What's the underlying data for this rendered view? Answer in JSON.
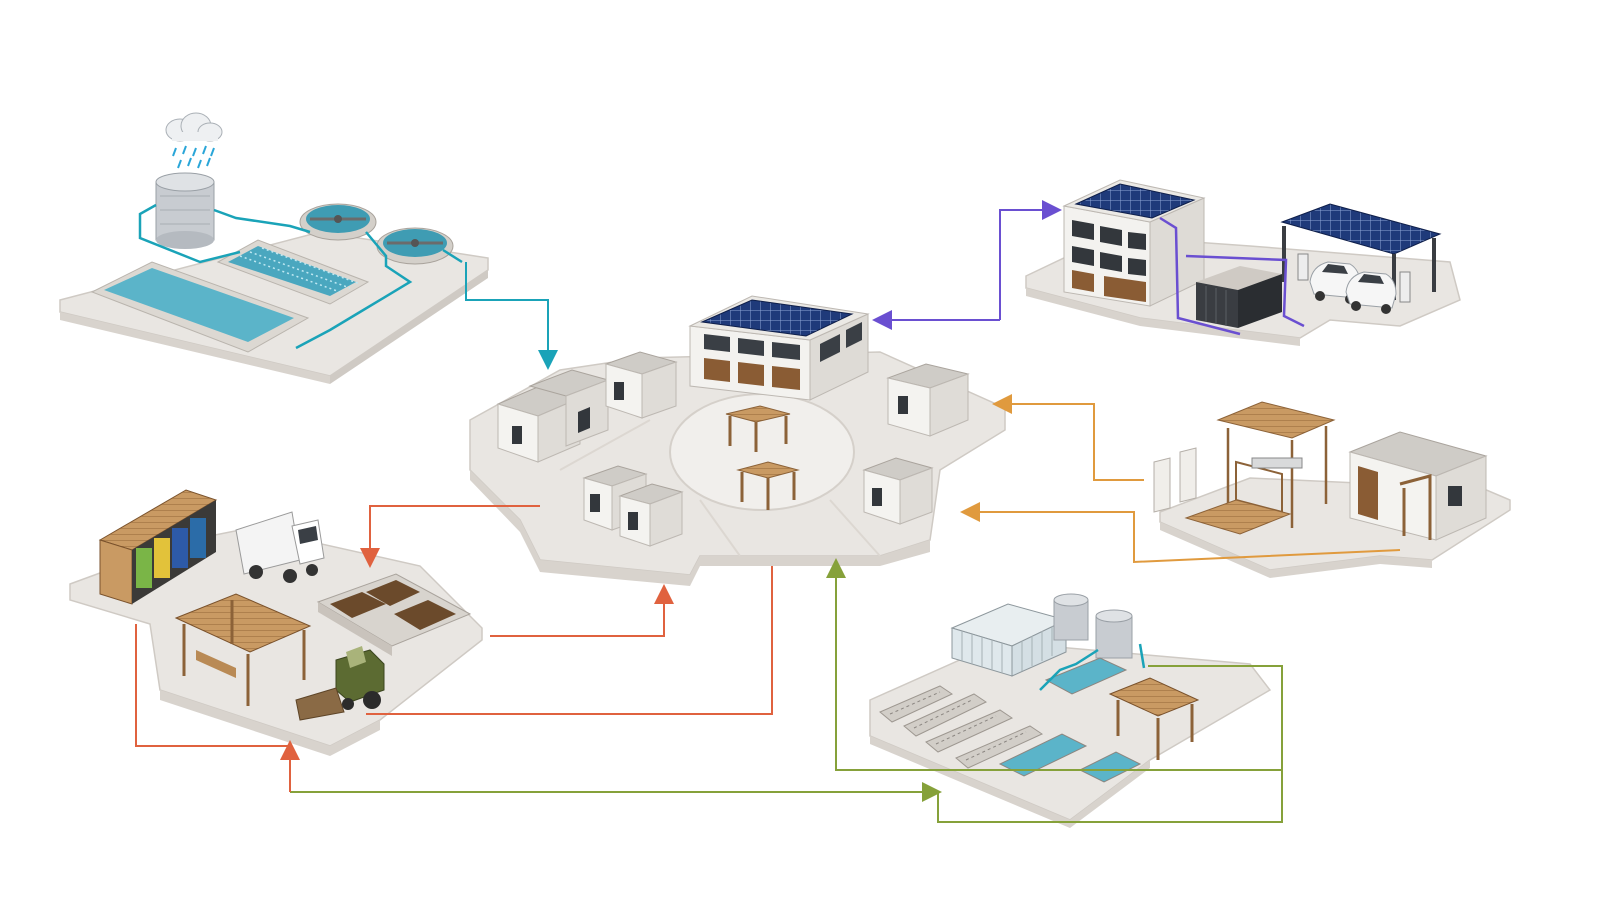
{
  "diagram": {
    "labels": [],
    "nodes": [
      {
        "id": "water-treatment",
        "icon": "rain-cloud-icon"
      },
      {
        "id": "community-hub",
        "icon": "solar-panel-icon"
      },
      {
        "id": "energy-station",
        "icon": "ev-charging-icon"
      },
      {
        "id": "modular-construction",
        "icon": "modular-frame-icon"
      },
      {
        "id": "waste-compost",
        "icon": "recycling-bin-icon"
      },
      {
        "id": "farm-greenhouse",
        "icon": "greenhouse-icon"
      }
    ],
    "flows": [
      {
        "from": "water-treatment",
        "to": "community-hub",
        "kind": "water"
      },
      {
        "from": "energy-station",
        "to": "community-hub",
        "kind": "energy"
      },
      {
        "from": "community-hub",
        "to": "energy-station",
        "kind": "energy"
      },
      {
        "from": "modular-construction",
        "to": "community-hub",
        "kind": "materials"
      },
      {
        "from": "community-hub",
        "to": "waste-compost",
        "kind": "waste"
      },
      {
        "from": "waste-compost",
        "to": "community-hub",
        "kind": "waste"
      },
      {
        "from": "farm-greenhouse",
        "to": "community-hub",
        "kind": "food"
      },
      {
        "from": "waste-compost",
        "to": "farm-greenhouse",
        "kind": "compost"
      }
    ]
  },
  "colors": {
    "background": "#ffffff",
    "platform": "#e9e6e2",
    "platform_edge": "#c9c5c0",
    "water": "#1aa3b8",
    "energy": "#6a4fd1",
    "materials": "#e09a3e",
    "waste": "#e0623f",
    "food": "#86a13a",
    "solar": "#1f3a7a",
    "wood": "#b98a55",
    "wall": "#f6f5f3"
  }
}
